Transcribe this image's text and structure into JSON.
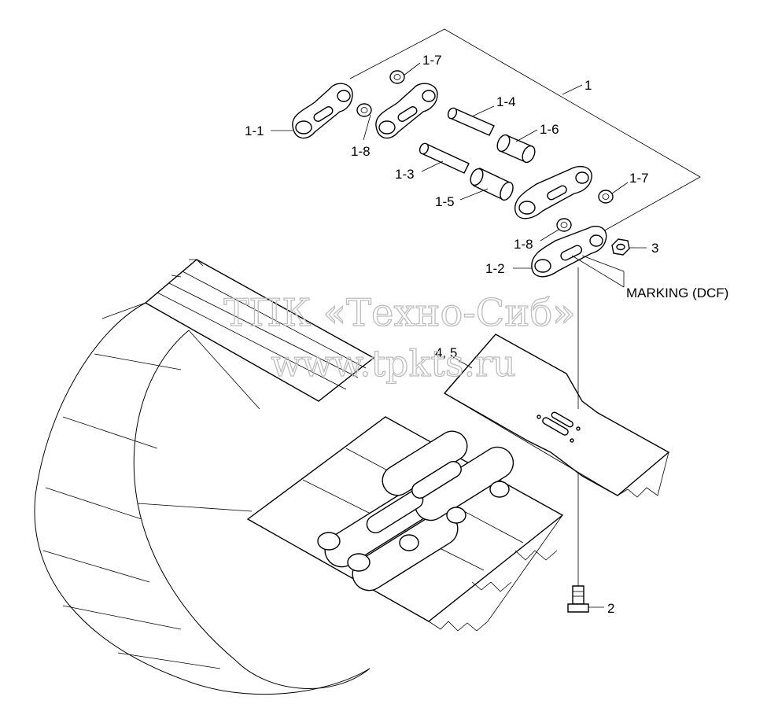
{
  "callouts": {
    "c1": "1",
    "c1_1": "1-1",
    "c1_2": "1-2",
    "c1_3": "1-3",
    "c1_4": "1-4",
    "c1_5": "1-5",
    "c1_6": "1-6",
    "c1_7a": "1-7",
    "c1_7b": "1-7",
    "c1_8a": "1-8",
    "c1_8b": "1-8",
    "c2": "2",
    "c3": "3",
    "c4_5": "4, 5",
    "marking": "MARKING (DCF)"
  },
  "watermark": {
    "line1": "ТПК «Техно-Сиб»",
    "line2": "www.tpkts.ru"
  }
}
